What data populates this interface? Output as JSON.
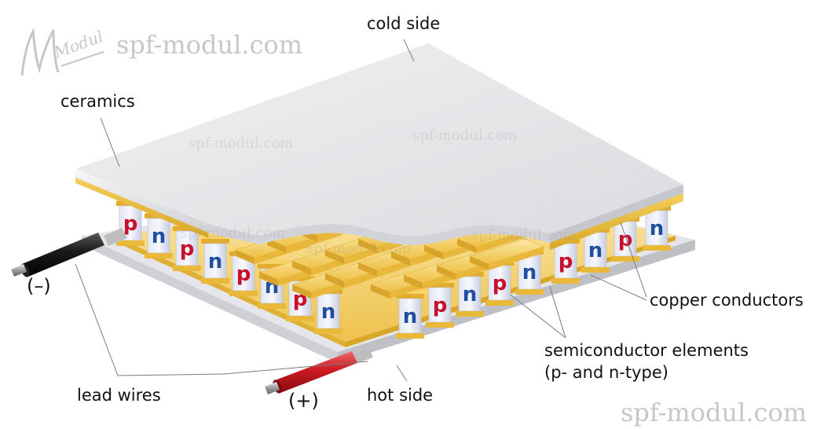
{
  "labels": {
    "cold_side": "cold side",
    "ceramics": "ceramics",
    "copper_conductors": "copper conductors",
    "semiconductor_line1": "semiconductor elements",
    "semiconductor_line2": "(p- and n-type)",
    "lead_wires": "lead wires",
    "hot_side": "hot side",
    "negative": "(–)",
    "positive": "(+)"
  },
  "watermark": {
    "text": "spf-modul.com",
    "logo": "Modul"
  },
  "elements": {
    "p": "p",
    "n": "n"
  },
  "colors": {
    "p_letter": "#c8102e",
    "n_letter": "#1f4fa3",
    "copper": "#f2c94c",
    "ceramic": "#e9e9ec",
    "negative_wire": "#1a1a1a",
    "positive_wire": "#c8151d"
  }
}
